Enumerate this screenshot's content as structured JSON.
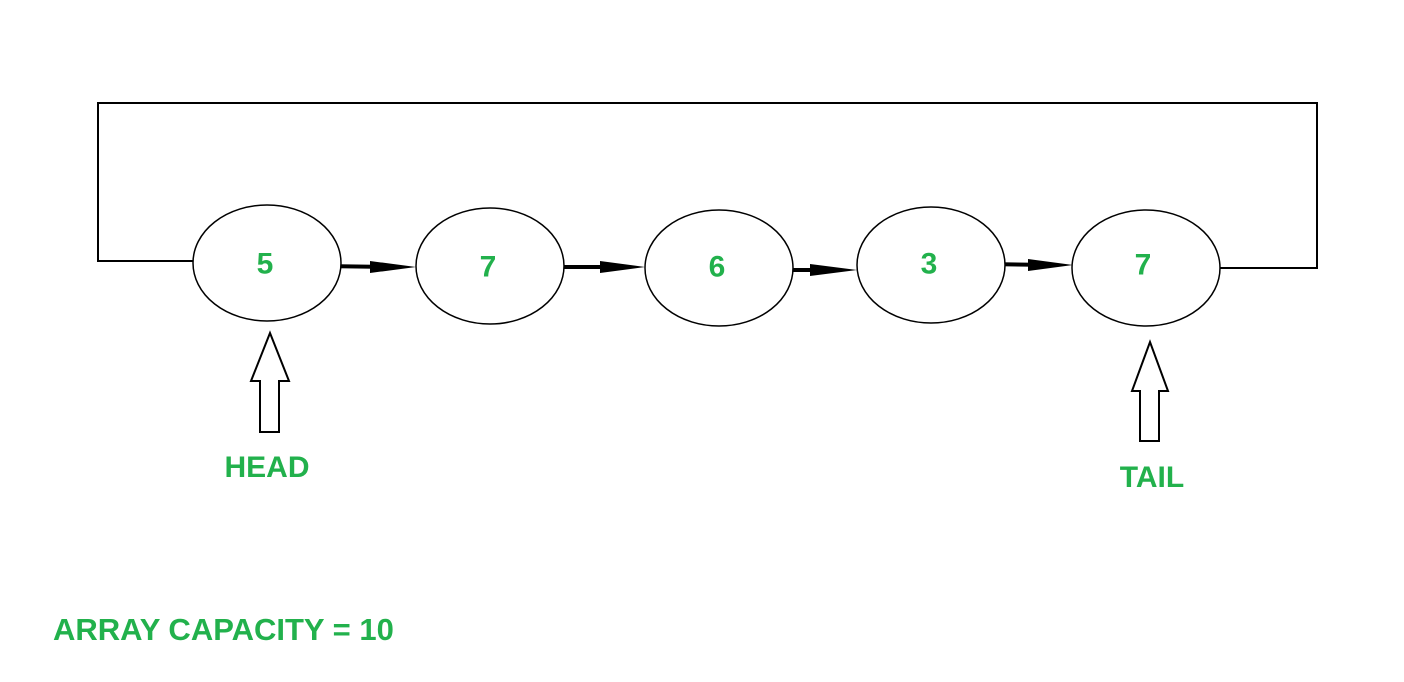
{
  "colors": {
    "text": "#22b14c",
    "stroke": "#000000",
    "background": "#ffffff"
  },
  "nodes": [
    {
      "value": "5"
    },
    {
      "value": "7"
    },
    {
      "value": "6"
    },
    {
      "value": "3"
    },
    {
      "value": "7"
    }
  ],
  "pointers": {
    "head": {
      "label": "HEAD"
    },
    "tail": {
      "label": "TAIL"
    }
  },
  "capacity_label": "ARRAY CAPACITY = 10"
}
